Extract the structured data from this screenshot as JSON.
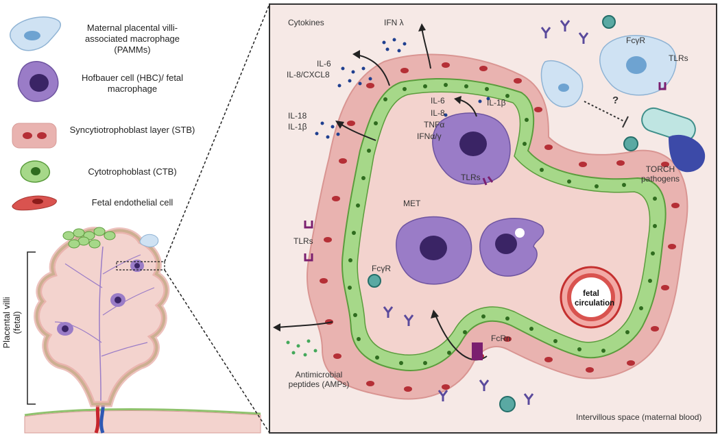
{
  "legend": {
    "pamm": "Maternal placental villi-associated macrophage (PAMMs)",
    "hbc": "Hofbauer cell (HBC)/ fetal macrophage",
    "stb": "Syncytiotrophoblast layer (STB)",
    "ctb": "Cytotrophoblast (CTB)",
    "endo": "Fetal endothelial cell"
  },
  "villi_label": "Placental villi (fetal)",
  "labels": {
    "cytokines": "Cytokines",
    "ifn_lambda": "IFN λ",
    "il6_outer": "IL-6",
    "il8_cxcl8": "IL-8/CXCL8",
    "il18": "IL-18",
    "il1b_outer": "IL-1β",
    "il6_inner": "IL-6",
    "il1b_inner": "IL-1β",
    "il8_inner": "IL-8",
    "tnfa": "TNFα",
    "ifnag": "IFNα/γ",
    "tlrs_hbc": "TLRs",
    "met": "MET",
    "tlrs_left": "TLRs",
    "fcgr_hbc": "FcγR",
    "fcgr_pamm": "FcγR",
    "tlrs_pamm": "TLRs",
    "question": "?",
    "torch": "TORCH pathogens",
    "fetal_circ": "fetal circulation",
    "fcrn": "FcRn",
    "amps": "Antimicrobial peptides (AMPs)",
    "intervillous": "Intervillous space (maternal blood)"
  },
  "colors": {
    "stb_fill": "#e9b3b0",
    "stroma_fill": "#f3d3ce",
    "ctb_fill": "#a6d889",
    "hbc_fill": "#9a7cc7",
    "pamm_fill": "#cfe2f3",
    "endo_fill": "#d9534f"
  }
}
